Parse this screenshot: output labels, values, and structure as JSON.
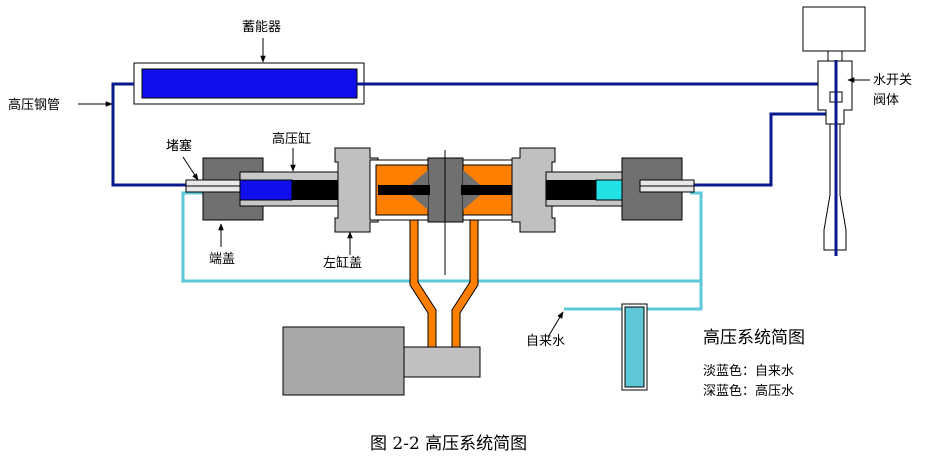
{
  "labels": {
    "accumulator": "蓄能器",
    "hp_pipe": "高压钢管",
    "plug": "堵塞",
    "hp_cylinder": "高压缸",
    "water_switch_line1": "水开关",
    "water_switch_line2": "阀体",
    "end_cap": "端盖",
    "left_cylinder_cap": "左缸盖",
    "tap_water": "自来水"
  },
  "title": "高压系统简图",
  "legend": [
    {
      "label": "淡蓝色：自来水",
      "color": "#5ec8d8"
    },
    {
      "label": "深蓝色：高压水",
      "color": "#0a1a8c"
    }
  ],
  "caption": "图 2-2 高压系统简图",
  "colors": {
    "deep_blue": "#0a1a8c",
    "accumulator_fill": "#1010ee",
    "light_blue": "#5ec8d8",
    "cyan_water": "#22e0e6",
    "orange": "#ff8000",
    "dark_gray": "#707070",
    "mid_gray": "#c0c0c0",
    "motor_gray": "#a8a8a8"
  }
}
